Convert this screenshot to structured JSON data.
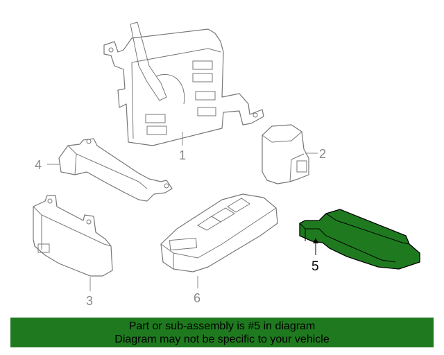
{
  "callouts": {
    "c1": "1",
    "c2": "2",
    "c3": "3",
    "c4": "4",
    "c5": "5",
    "c6": "6"
  },
  "banner": {
    "line1": "Part or sub-assembly is #5 in diagram",
    "line2": "Diagram may not be specific to your vehicle"
  },
  "colors": {
    "highlight": "#1f7a1f",
    "outline": "#777777"
  }
}
